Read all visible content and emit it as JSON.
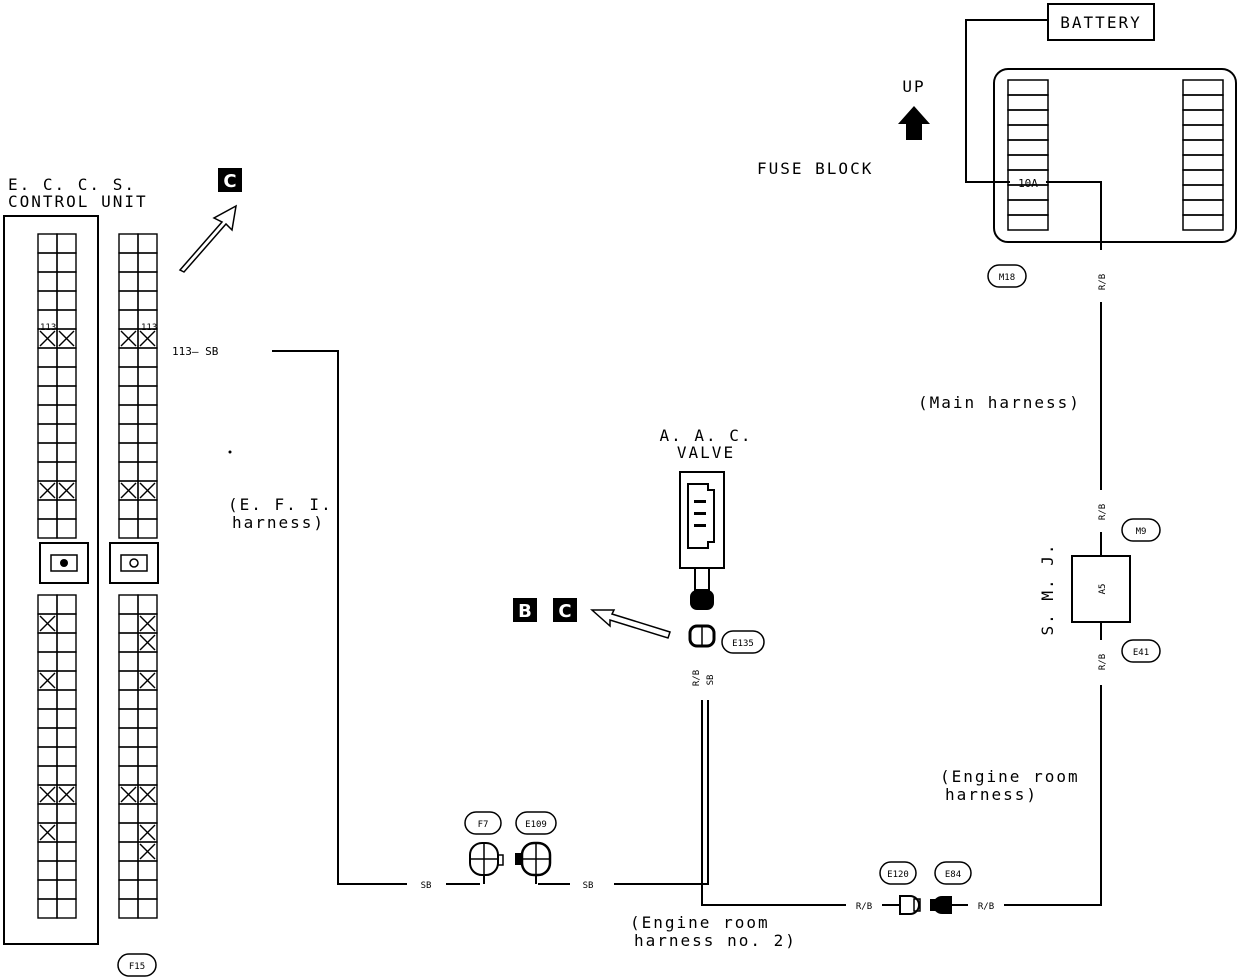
{
  "labels": {
    "battery": "BATTERY",
    "up": "UP",
    "fuse_block": "FUSE BLOCK",
    "fuse_10a": "10A",
    "ecu_line1": "E. C. C. S.",
    "ecu_line2": "CONTROL UNIT",
    "pin_113_left": "113",
    "pin_113_right": "113",
    "pin_out": "113— SB",
    "efi_line1": "(E. F. I.",
    "efi_line2": "harness)",
    "aac_line1": "A. A. C.",
    "aac_line2": "VALVE",
    "main_harness": "(Main harness)",
    "smj": "S. M. J.",
    "smj_pin": "A5",
    "engine_room_line1": "(Engine room",
    "engine_room_line2": "harness)",
    "engine_room2_line1": "(Engine room",
    "engine_room2_line2": "harness no. 2)"
  },
  "ref_marks": {
    "c_top": "C",
    "b": "B",
    "c_mid": "C"
  },
  "connectors": {
    "m18": "M18",
    "m9": "M9",
    "e41": "E41",
    "e135": "E135",
    "f7": "F7",
    "e109": "E109",
    "e120": "E120",
    "e84": "E84",
    "f15": "F15"
  },
  "wire_colors": {
    "rb_top": "R/B",
    "rb_m9": "R/B",
    "rb_e41": "R/B",
    "rb_valve": "R/B",
    "sb_valve": "SB",
    "sb_bottom_left": "SB",
    "sb_bottom_mid": "SB",
    "rb_e120": "R/B",
    "rb_e84": "R/B"
  }
}
